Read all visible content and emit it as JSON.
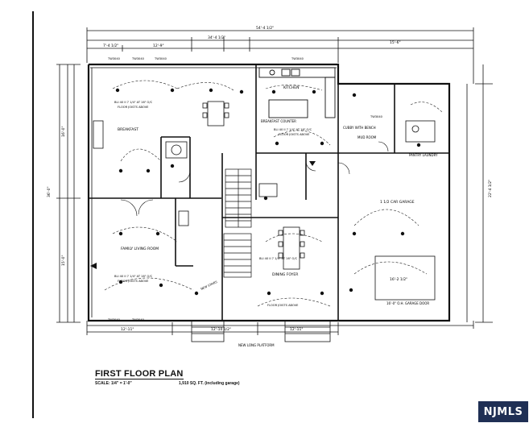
{
  "drawing": {
    "title": "FIRST FLOOR PLAN",
    "scale": "SCALE: 1/4\" = 1'-0\"",
    "gross_area": "1,910 SQ. FT. (including garage)"
  },
  "watermark": {
    "text": "NJMLS",
    "background": "#1f2f54"
  },
  "dimensions": {
    "overall_width": "54'-4 1/2\"",
    "overall_depth": "36'-0\"",
    "top_left_a": "7'-4 1/2\"",
    "top_left_b": "12'-9\"",
    "top_center": "34'-4 1/2\"",
    "top_right": "15'-6\"",
    "garage_depth": "22'-4 1/2\"",
    "left_a": "16'-0\"",
    "left_b": "15'-0\"",
    "bottom_a": "12'-11\"",
    "bottom_b": "12'-10 1/2\"",
    "bottom_c": "12'-11\"",
    "garage_door_width": "16'-2 1/2\""
  },
  "rooms": {
    "breakfast": "BREAKFAST",
    "kitchen": "KITCHEN",
    "breakfast_counter": "BREAKFAST COUNTER",
    "mud_room": "MUD ROOM",
    "pantry_laundry": "PANTRY LAUNDRY",
    "garage": "1 1/2 CAR GARAGE",
    "family_living_room": "FAMILY LIVING ROOM",
    "dining_foyer": "DINING FOYER",
    "cubby_with_bench": "CUBBY WITH BENCH",
    "garage_door": "16'-0\" O.H. GARAGE DOOR",
    "floor_joists_above_1": "FLOOR JOISTS ABOVE",
    "floor_joists_above_2": "FLOOR JOISTS ABOVE",
    "floor_joists_above_3": "FLOOR JOISTS ABOVE",
    "floor_joists_above_4": "FLOOR JOISTS ABOVE",
    "beam_note_1": "BLI 40 II 7 1/4\" AT 16\" O/C",
    "beam_note_2": "BLI 40 II 7 1/4\" AT 16\" O/C",
    "beam_note_3": "BLI 40 II 7 1/4\" AT 16\" O/C",
    "beam_note_4": "BLI 40 II 7 1/4\" AT 16\" O/C",
    "porch": "NEW LONG PLATFORM",
    "new_stairs": "NEW STAIRS"
  },
  "windows": [
    "TW3040",
    "TW3040",
    "TW3040",
    "TW3040",
    "TW3040",
    "TW3040",
    "TW3040"
  ]
}
